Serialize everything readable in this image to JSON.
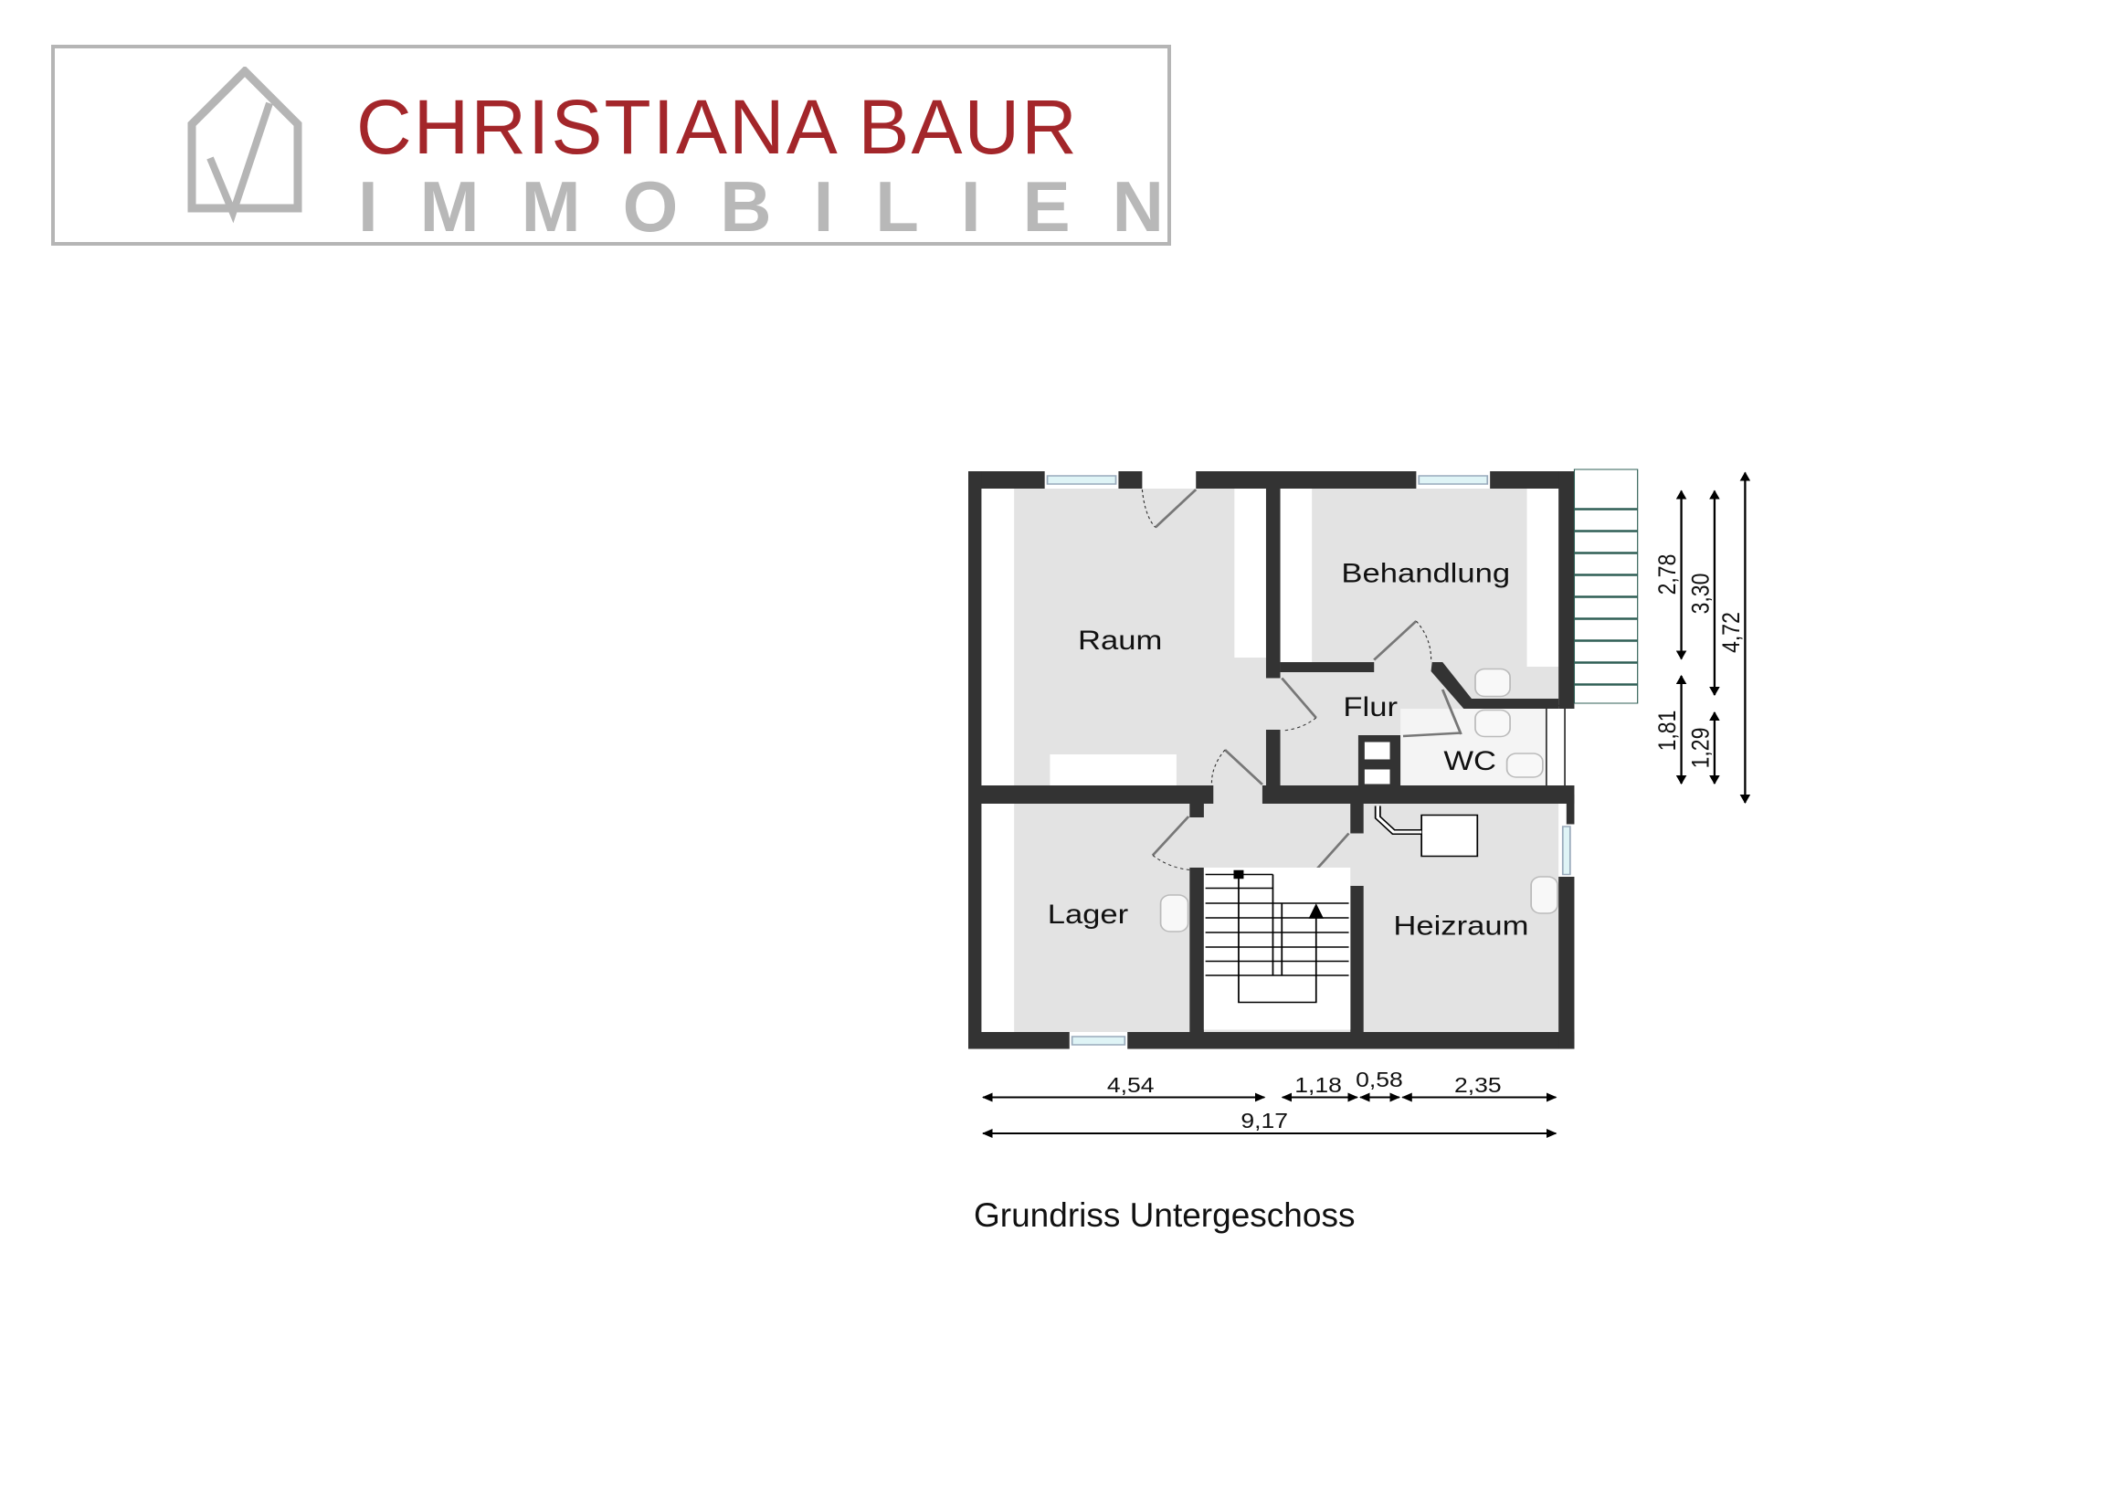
{
  "logo": {
    "line1": "CHRISTIANA BAUR",
    "line2": "IMMOBILIEN",
    "brand_color": "#a3262a",
    "icon": "house-check-icon"
  },
  "rooms": {
    "raum": "Raum",
    "behandlung": "Behandlung",
    "flur": "Flur",
    "wc": "WC",
    "lager": "Lager",
    "heizraum": "Heizraum"
  },
  "dimensions": {
    "horizontal": [
      "4,54",
      "1,18",
      "0,58",
      "2,35"
    ],
    "total_width": "9,17",
    "vertical": [
      "2,78",
      "1,81",
      "3,30",
      "1,29"
    ],
    "total_height": "4,72"
  },
  "caption": "Grundriss Untergeschoss"
}
